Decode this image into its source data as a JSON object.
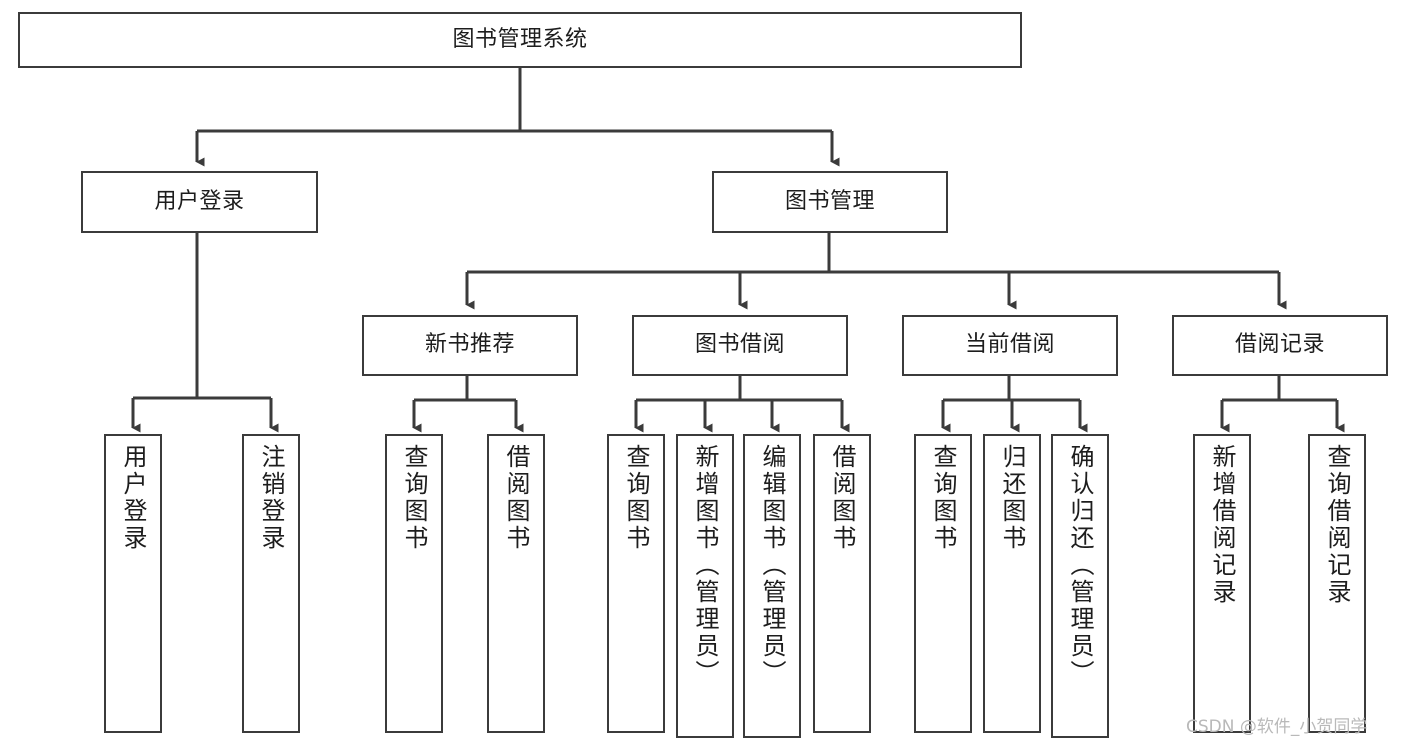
{
  "diagram": {
    "title": "图书管理系统",
    "watermark": "CSDN @软件_小贺同学",
    "line_color": "#3b3b3b",
    "box_border_color": "#3b3b3b",
    "box_fill": "#ffffff",
    "text_color": "#1d1d1d",
    "nodes": {
      "root": {
        "label": "图书管理系统"
      },
      "level2": [
        {
          "label": "用户登录"
        },
        {
          "label": "图书管理"
        }
      ],
      "level3": [
        {
          "label": "新书推荐"
        },
        {
          "label": "图书借阅"
        },
        {
          "label": "当前借阅"
        },
        {
          "label": "借阅记录"
        }
      ],
      "leaves": {
        "user_login": [
          {
            "label": "用户登录"
          },
          {
            "label": "注销登录"
          }
        ],
        "new_book": [
          {
            "label": "查询图书"
          },
          {
            "label": "借阅图书"
          }
        ],
        "book_borrow": [
          {
            "label": "查询图书"
          },
          {
            "label": "新增图书（管理员）"
          },
          {
            "label": "编辑图书（管理员）"
          },
          {
            "label": "借阅图书"
          }
        ],
        "current_borrow": [
          {
            "label": "查询图书"
          },
          {
            "label": "归还图书"
          },
          {
            "label": "确认归还（管理员）"
          }
        ],
        "borrow_record": [
          {
            "label": "新增借阅记录"
          },
          {
            "label": "查询借阅记录"
          }
        ]
      }
    }
  }
}
